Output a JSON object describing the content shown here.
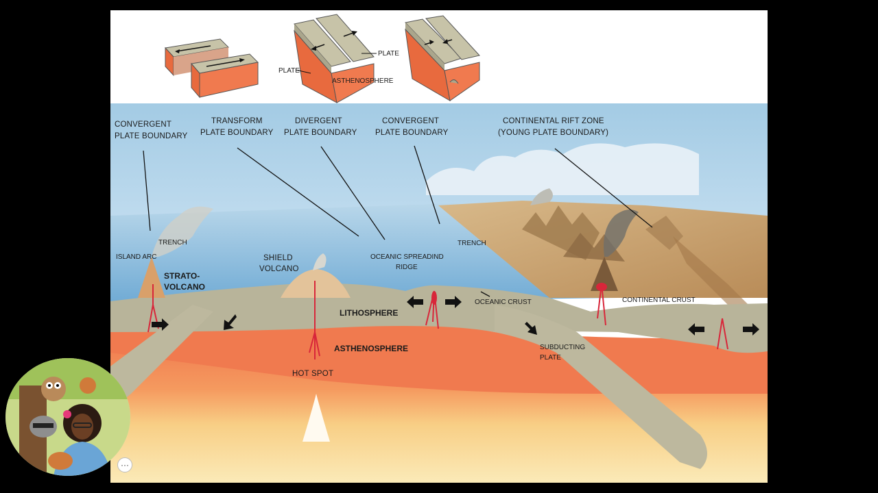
{
  "diagram": {
    "top_blocks": {
      "plate_left": "PLATE",
      "plate_right": "PLATE",
      "asthenosphere": "ASTHENOSPHERE"
    },
    "boundaries": {
      "convergent_left": [
        "CONVERGENT",
        "PLATE BOUNDARY"
      ],
      "transform": [
        "TRANSFORM",
        "PLATE BOUNDARY"
      ],
      "divergent": [
        "DIVERGENT",
        "PLATE BOUNDARY"
      ],
      "convergent_right": [
        "CONVERGENT",
        "PLATE BOUNDARY"
      ],
      "rift": [
        "CONTINENTAL RIFT ZONE",
        "(YOUNG PLATE BOUNDARY)"
      ]
    },
    "features": {
      "trench_left": "TRENCH",
      "island_arc": "ISLAND ARC",
      "strato_volcano": [
        "STRATO-",
        "VOLCANO"
      ],
      "shield_volcano": [
        "SHIELD",
        "VOLCANO"
      ],
      "ridge": [
        "OCEANIC SPREADIND",
        "RIDGE"
      ],
      "trench_right": "TRENCH",
      "oceanic_crust": "OCEANIC CRUST",
      "continental_crust": "CONTINENTAL CRUST",
      "lithosphere": "LITHOSPHERE",
      "asthenosphere": "ASTHENOSPHERE",
      "hot_spot": "HOT SPOT",
      "subducting_plate": [
        "SUBDUCTING",
        "PLATE"
      ]
    }
  },
  "controls": {
    "more_label": "···"
  },
  "colors": {
    "sky": "#a9cfe6",
    "ocean": "#7fb6da",
    "lithosphere": "#b8b49a",
    "asthenosphere": "#f07a4f",
    "deep_mantle": "#f7d98a",
    "land": "#c9a36a",
    "magma": "#d8263a"
  }
}
